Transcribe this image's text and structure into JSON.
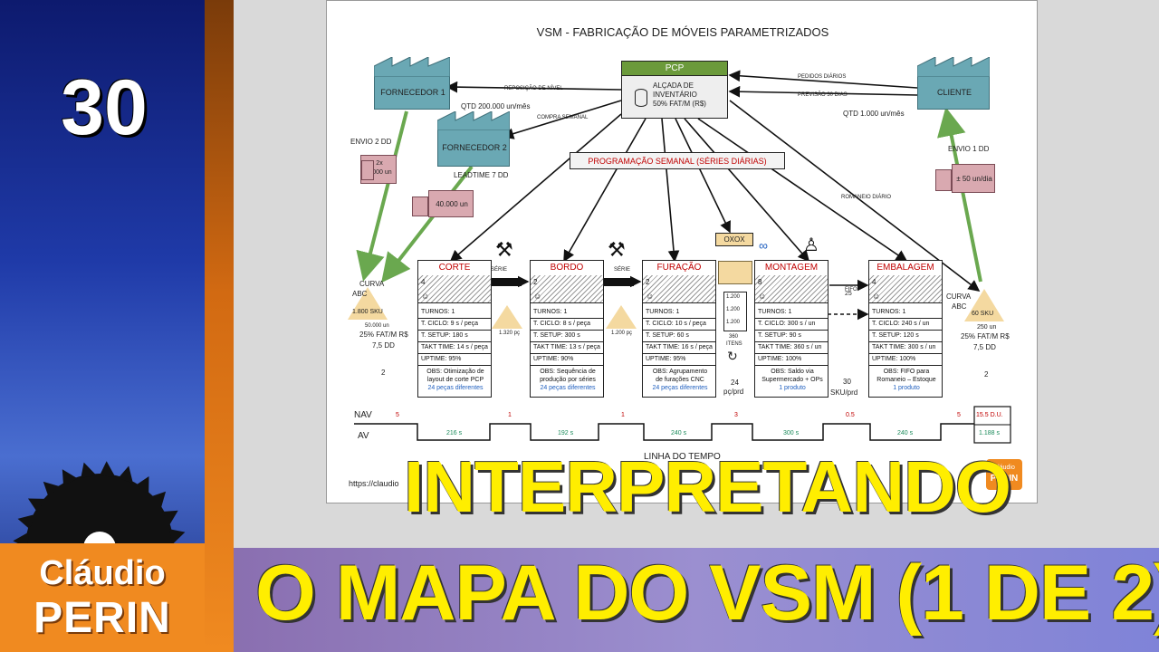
{
  "episode": "30",
  "brand": {
    "first": "Cláudio",
    "last": "PERIN"
  },
  "headline": {
    "line1": "INTERPRETANDO",
    "line2": "O MAPA DO VSM (1 DE 2)"
  },
  "diagram": {
    "title": "VSM - FABRICAÇÃO DE MÓVEIS PARAMETRIZADOS",
    "pcp": {
      "header": "PCP",
      "body_1": "ALÇADA DE",
      "body_2": "INVENTÁRIO",
      "body_3": "50% FAT/M (R$)"
    },
    "supplier1": "FORNECEDOR 1",
    "supplier2": "FORNECEDOR 2",
    "customer": "CLIENTE",
    "labels": {
      "reposicao": "REPOSIÇÃO DE NÍVEL",
      "compra": "COMPRA SEMANAL",
      "qtd_fornecedor": "QTD 200.000 un/mês",
      "pedidos": "PEDIDOS DIÁRIOS",
      "previsao": "PREVISÃO 30 DIAS",
      "qtd_cliente": "QTD 1.000 un/mês",
      "envio2": "ENVIO 2 DD",
      "leadtime": "LEADTIME 7 DD",
      "envio1": "ENVIO 1 DD",
      "romaneio": "ROMANEIO DIÁRIO",
      "programacao": "PROGRAMAÇÃO SEMANAL (SÉRIES DIÁRIAS)",
      "oxox": "OXOX",
      "serie": "SÉRIE",
      "fifo": "FIFO",
      "fifo_qty": "25",
      "curva": "CURVA",
      "abc": "ABC"
    },
    "trucks": {
      "t1_line1": "2x",
      "t1_line2": "5.000 un",
      "t2": "40.000 un",
      "t3": "± 50 un/dia"
    },
    "inventory_left": {
      "sku": "1.800 SKU",
      "qty": "50.000 un",
      "fat": "25% FAT/M R$",
      "dd": "7,5 DD",
      "ops": "2"
    },
    "inventory_right": {
      "sku": "60 SKU",
      "qty": "250 un",
      "fat": "25% FAT/M R$",
      "dd": "7,5 DD",
      "ops": "2"
    },
    "wip1": "1.320 pç",
    "wip2": "1.200 pç",
    "supermarket": {
      "rows": [
        "1.200",
        "1.200",
        "1.200"
      ],
      "items_1": "360",
      "items_2": "ITENS",
      "rate_1": "24",
      "rate_2": "pç/prd"
    },
    "sku_prd_1": "30",
    "sku_prd_2": "SKU/prd",
    "processes": [
      {
        "name": "CORTE",
        "ops": "4",
        "turnos": "TURNOS: 1",
        "ciclo": "T. CICLO:  9 s / peça",
        "setup": "T. SETUP: 180 s",
        "takt": "TAKT TIME: 14 s / peça",
        "uptime": "UPTIME: 95%",
        "obs1": "OBS: Otimização de",
        "obs2": "layout de corte PCP",
        "obs3": "24 peças diferentes"
      },
      {
        "name": "BORDO",
        "ops": "2",
        "turnos": "TURNOS: 1",
        "ciclo": "T. CICLO:  8 s / peça",
        "setup": "T. SETUP: 300 s",
        "takt": "TAKT TIME: 13 s / peça",
        "uptime": "UPTIME: 90%",
        "obs1": "OBS: Sequência de",
        "obs2": "produção por séries",
        "obs3": "24 peças diferentes"
      },
      {
        "name": "FURAÇÃO",
        "ops": "2",
        "turnos": "TURNOS: 1",
        "ciclo": "T. CICLO:  10 s / peça",
        "setup": "T. SETUP: 60 s",
        "takt": "TAKT TIME: 16 s  / peça",
        "uptime": "UPTIME: 95%",
        "obs1": "OBS: Agrupamento",
        "obs2": "de furações CNC",
        "obs3": "24 peças diferentes"
      },
      {
        "name": "MONTAGEM",
        "ops": "8",
        "turnos": "TURNOS: 1",
        "ciclo": "T. CICLO:  300 s / un",
        "setup": "T. SETUP: 90 s",
        "takt": "TAKT TIME: 360 s / un",
        "uptime": "UPTIME: 100%",
        "obs1": "OBS: Saldo via",
        "obs2": "Supermercado + OPs",
        "obs3": "1 produto"
      },
      {
        "name": "EMBALAGEM",
        "ops": "4",
        "turnos": "TURNOS: 1",
        "ciclo": "T. CICLO:  240 s / un",
        "setup": "T. SETUP: 120 s",
        "takt": "TAKT TIME: 300 s / un",
        "uptime": "UPTIME: 100%",
        "obs1": "OBS: FIFO para",
        "obs2": "Romaneio – Estoque",
        "obs3": "1 produto"
      }
    ],
    "timeline": {
      "nav_label": "NAV",
      "av_label": "AV",
      "nav": [
        "5",
        "1",
        "1",
        "3",
        "0.5",
        "5"
      ],
      "av": [
        "216 s",
        "192 s",
        "240 s",
        "300 s",
        "240 s"
      ],
      "nav_total": "15.5 D.U.",
      "av_total": "1.188 s",
      "caption": "LINHA DO TEMPO"
    },
    "url": "https://claudio",
    "logo_text_1": "Cláudio",
    "logo_text_2": "PERIN"
  },
  "colors": {
    "headline": "#ffee00",
    "brand_orange": "#f08a20",
    "factory": "#6aa8b4",
    "pcp_header": "#6b9a3b"
  }
}
